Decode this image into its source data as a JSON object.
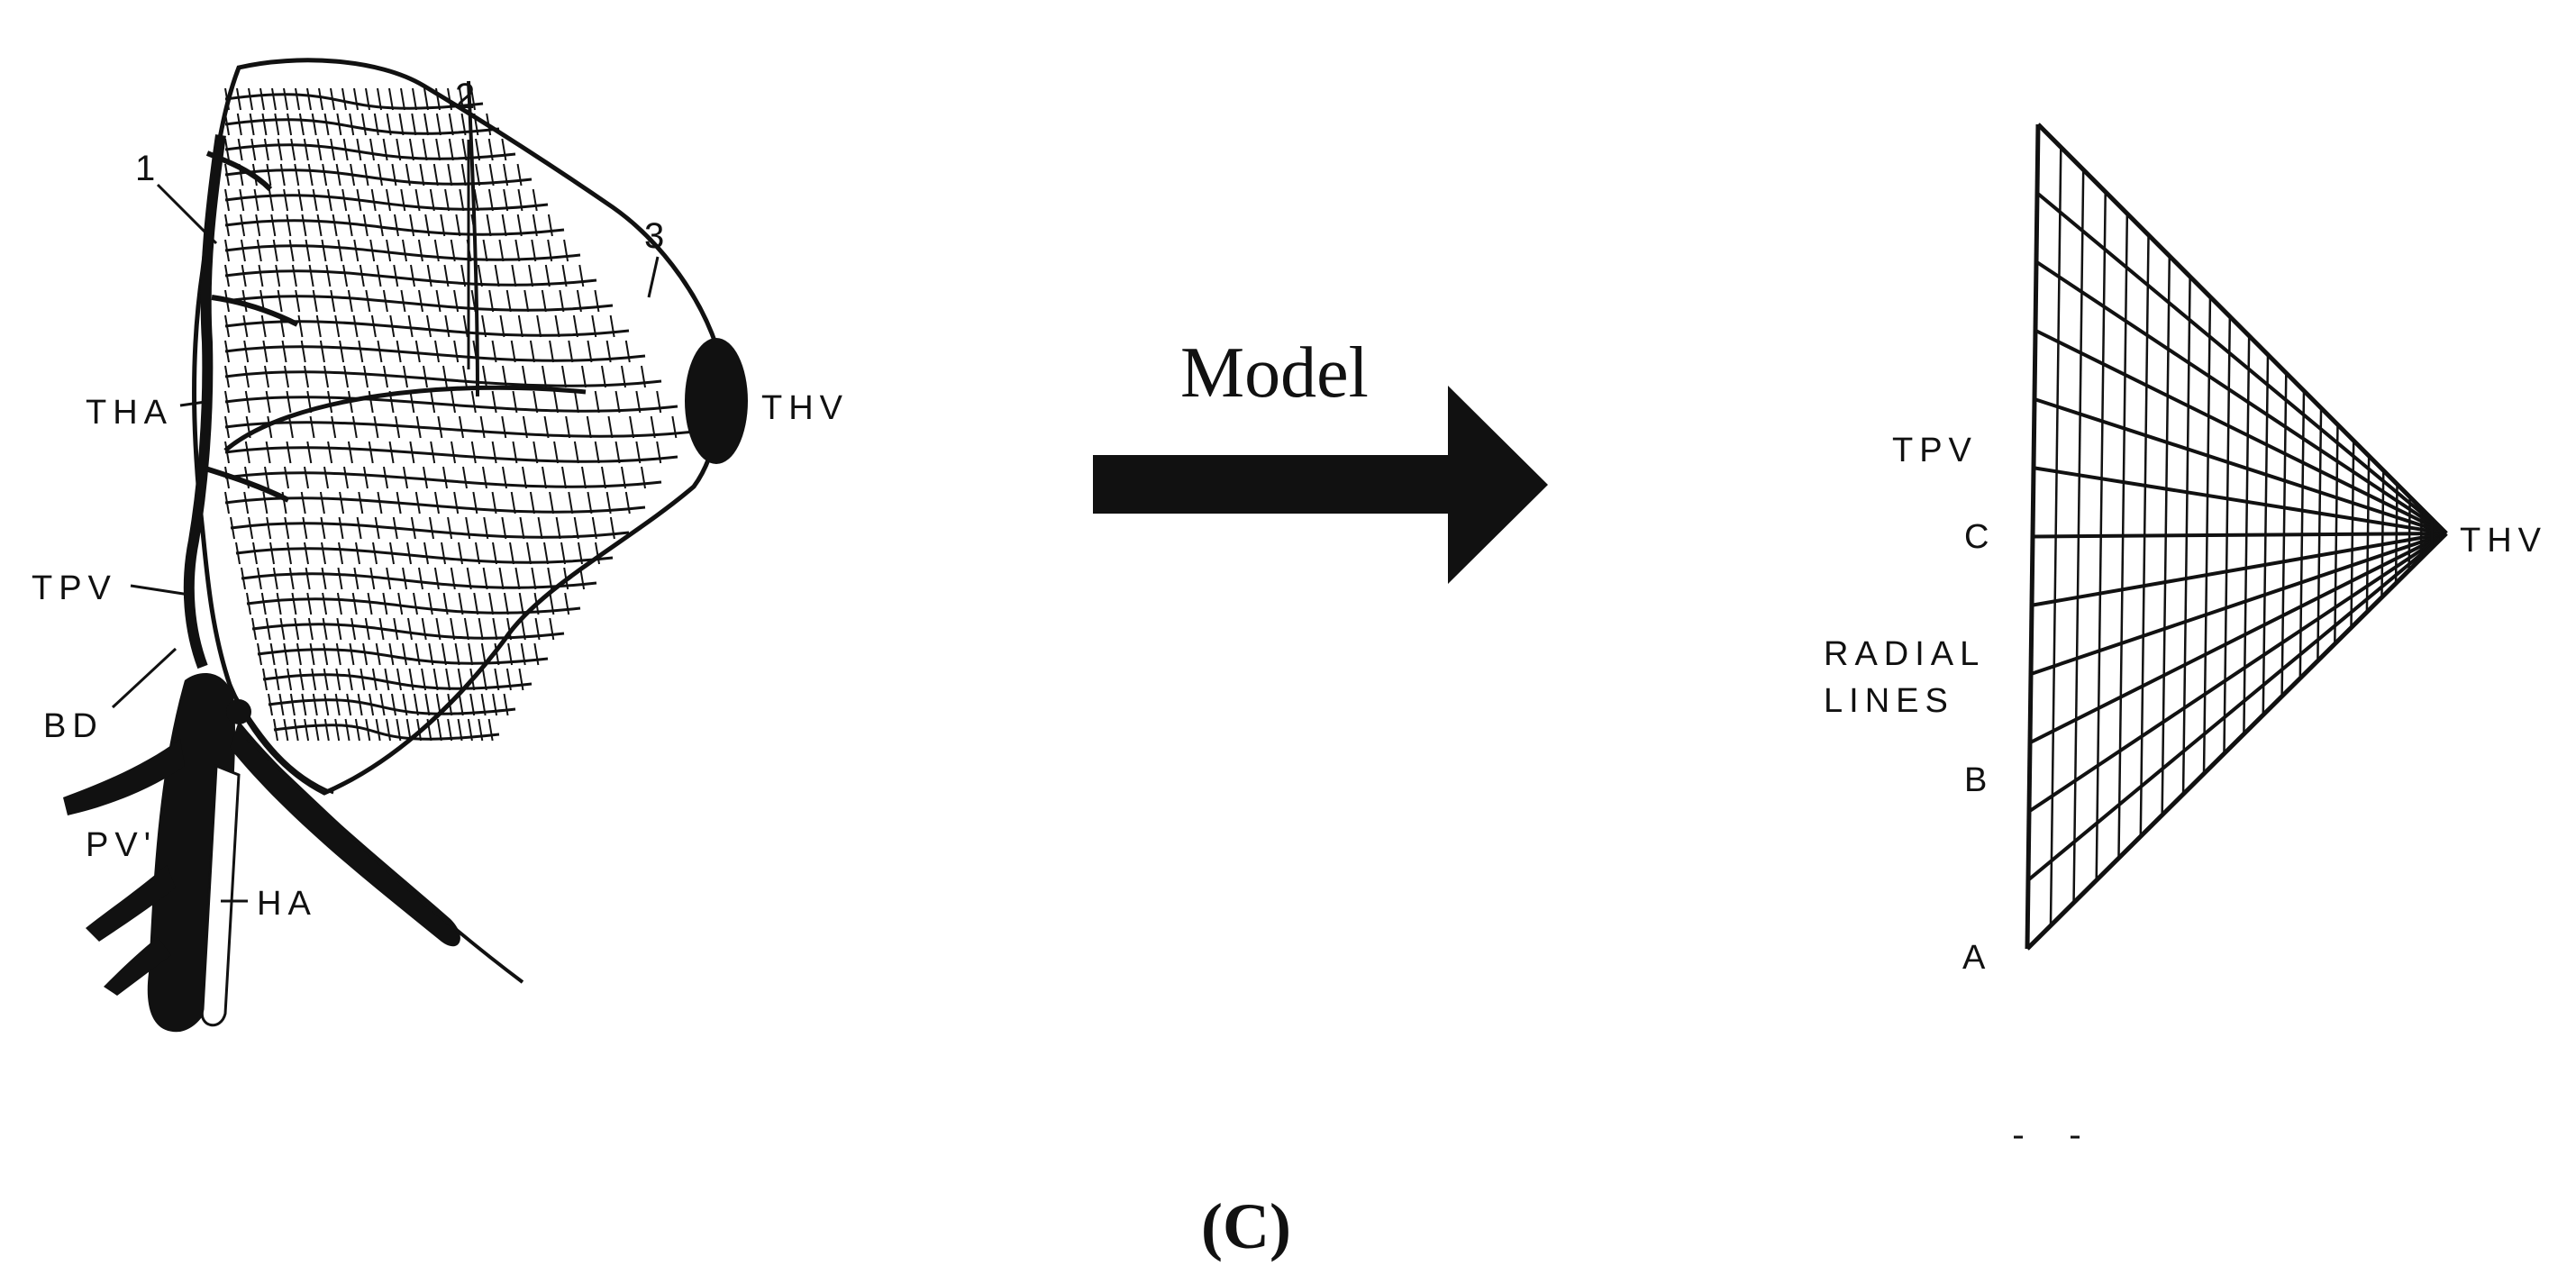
{
  "left_figure": {
    "labels": {
      "one": "1",
      "two": "2",
      "three": "3",
      "tha": "THA",
      "thv": "THV",
      "tpv": "TPV",
      "bd": "BD",
      "pv": "PV'",
      "ha": "HA"
    }
  },
  "arrow": {
    "label": "Model"
  },
  "right_figure": {
    "labels": {
      "tpv": "TPV",
      "c": "C",
      "radial_1": "RADIAL",
      "radial_2": "LINES",
      "b": "B",
      "a": "A",
      "thv": "THV"
    }
  },
  "caption": "(C)",
  "colors": {
    "ink": "#111111",
    "background": "#ffffff"
  }
}
